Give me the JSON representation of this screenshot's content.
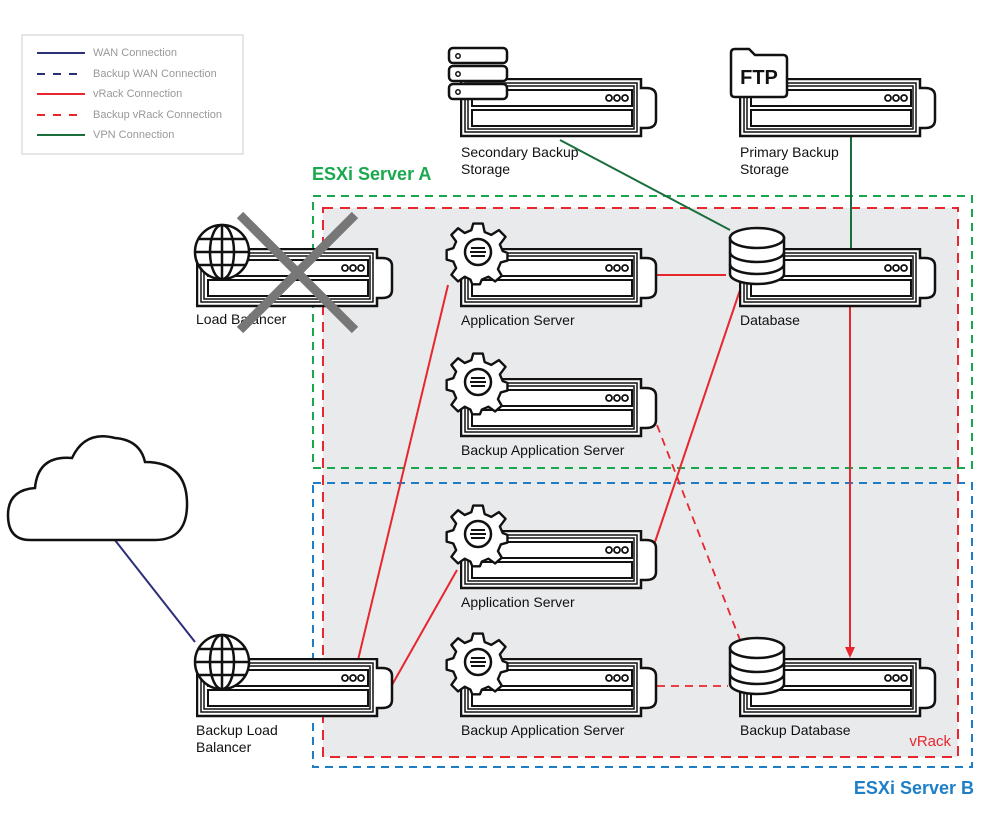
{
  "legend": {
    "items": [
      {
        "label": "WAN Connection",
        "color": "#2b2f78",
        "style": "solid"
      },
      {
        "label": "Backup WAN Connection",
        "color": "#2b2f78",
        "style": "dashed"
      },
      {
        "label": "vRack Connection",
        "color": "#e8262e",
        "style": "solid"
      },
      {
        "label": "Backup vRack Connection",
        "color": "#e8262e",
        "style": "dashed"
      },
      {
        "label": "VPN Connection",
        "color": "#1a6e3c",
        "style": "solid"
      }
    ]
  },
  "zones": {
    "esxi_a": {
      "label": "ESXi Server A",
      "color": "#1aa84f"
    },
    "esxi_b": {
      "label": "ESXi Server B",
      "color": "#1e7fc8"
    },
    "vrack": {
      "label": "vRack",
      "color": "#e8262e"
    }
  },
  "nodes": {
    "secondary_storage": {
      "label_line1": "Secondary Backup",
      "label_line2": "Storage",
      "icon": "storage-stack-icon"
    },
    "primary_storage": {
      "label_line1": "Primary Backup",
      "label_line2": "Storage",
      "icon": "ftp-folder-icon",
      "icon_text": "FTP"
    },
    "load_balancer": {
      "label": "Load Balancer",
      "icon": "globe-icon",
      "status": "failed"
    },
    "app_server_a": {
      "label": "Application Server",
      "icon": "gear-icon"
    },
    "database": {
      "label": "Database",
      "icon": "database-icon"
    },
    "backup_app_server_a": {
      "label": "Backup Application Server",
      "icon": "gear-icon"
    },
    "app_server_b": {
      "label": "Application Server",
      "icon": "gear-icon"
    },
    "backup_load_balancer": {
      "label_line1": "Backup Load",
      "label_line2": "Balancer",
      "icon": "globe-icon"
    },
    "backup_app_server_b": {
      "label": "Backup Application Server",
      "icon": "gear-icon"
    },
    "backup_database": {
      "label": "Backup Database",
      "icon": "database-icon"
    },
    "internet": {
      "icon": "cloud-icon"
    }
  },
  "colors": {
    "wan": "#2b2f78",
    "vrack": "#e8262e",
    "vpn": "#1a6e3c",
    "zone_fill": "#e9eaec",
    "failed_x": "#777777"
  }
}
